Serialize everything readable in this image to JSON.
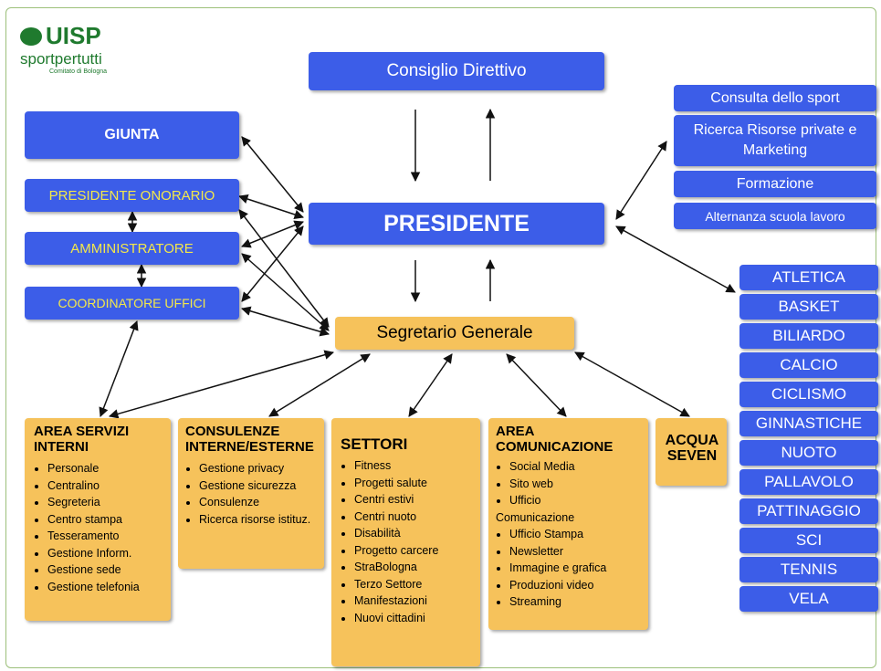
{
  "logo": {
    "name": "UISP",
    "tagline": "sportpertutti",
    "sub": "Comitato di Bologna"
  },
  "top": {
    "consiglio": "Consiglio Direttivo",
    "presidente": "PRESIDENTE",
    "segretario": "Segretario Generale"
  },
  "left": {
    "giunta": "GIUNTA",
    "presidente_onorario": "PRESIDENTE ONORARIO",
    "amministratore": "AMMINISTRATORE",
    "coordinatore": "COORDINATORE UFFICI"
  },
  "right_top": [
    "Consulta dello sport",
    "Ricerca Risorse private e Marketing",
    "Formazione",
    "Alternanza scuola lavoro"
  ],
  "sports": [
    "ATLETICA",
    "BASKET",
    "BILIARDO",
    "CALCIO",
    "CICLISMO",
    "GINNASTICHE",
    "NUOTO",
    "PALLAVOLO",
    "PATTINAGGIO",
    "SCI",
    "TENNIS",
    "VELA"
  ],
  "areas": {
    "servizi": {
      "title": "AREA SERVIZI INTERNI",
      "items": [
        "Personale",
        "Centralino",
        "Segreteria",
        "Centro stampa",
        "Tesseramento",
        "Gestione Inform.",
        "Gestione sede",
        "Gestione telefonia"
      ]
    },
    "consulenze": {
      "title": "CONSULENZE INTERNE/ESTERNE",
      "items": [
        "Gestione privacy",
        "Gestione sicurezza",
        "Consulenze",
        "Ricerca risorse istituz."
      ]
    },
    "settori": {
      "title": "SETTORI",
      "items": [
        "Fitness",
        "Progetti salute",
        "Centri estivi",
        "Centri nuoto",
        "Disabilità",
        "Progetto carcere",
        "StraBologna",
        "Terzo Settore",
        "Manifestazioni",
        "Nuovi cittadini"
      ]
    },
    "comunicazione": {
      "title": "AREA COMUNICAZIONE",
      "items_a": [
        "Social Media",
        "Sito web",
        "Ufficio"
      ],
      "continuation": "Comunicazione",
      "items_b": [
        "Ufficio Stampa",
        "Newsletter",
        "Immagine e grafica",
        "Produzioni video",
        "Streaming"
      ]
    },
    "acqua": {
      "title": "ACQUA SEVEN"
    }
  },
  "colors": {
    "blue": "#3c5de8",
    "orange": "#f6c25b",
    "green": "#1f7a2e",
    "yellow_text": "#f4e84a"
  }
}
